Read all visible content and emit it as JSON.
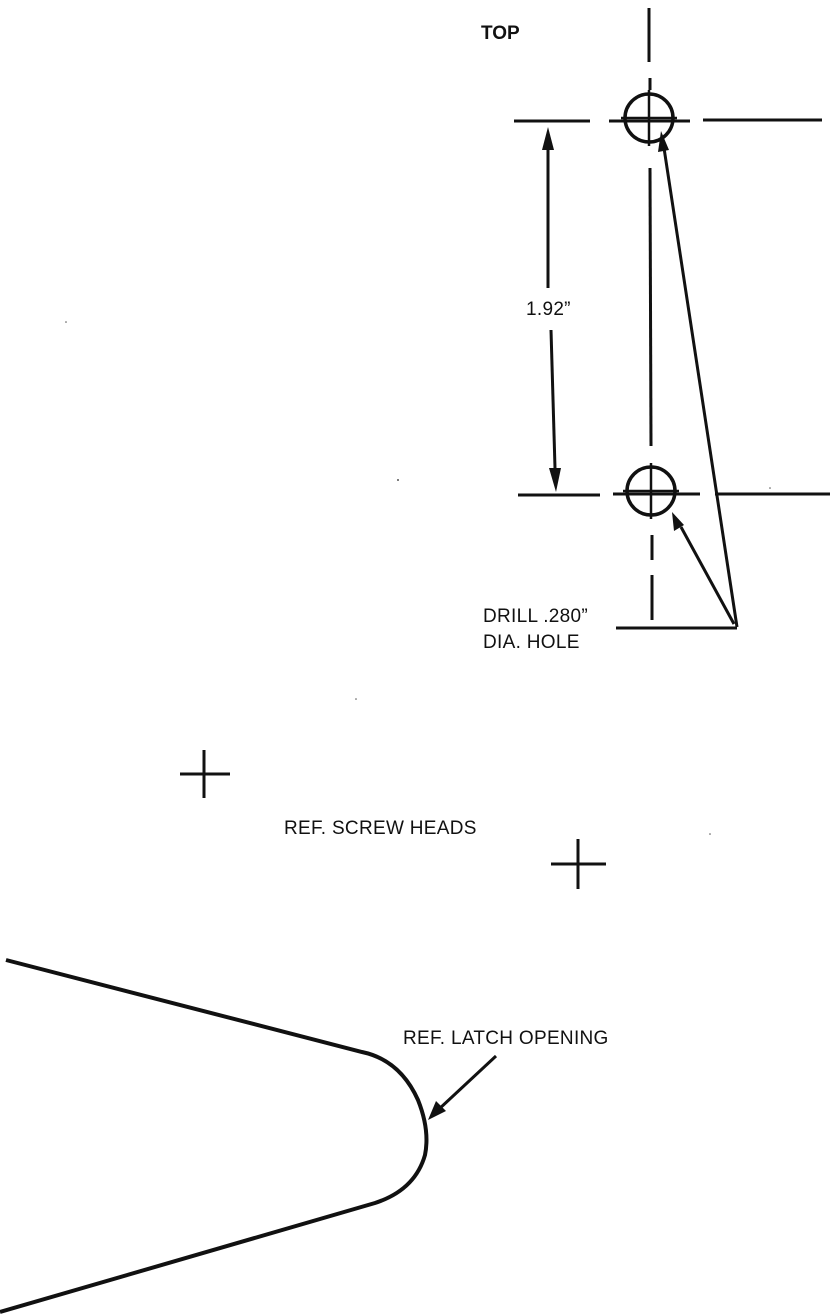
{
  "labels": {
    "top": "TOP",
    "dimension": "1.92”",
    "drill_line1": "DRILL .280”",
    "drill_line2": "DIA. HOLE",
    "screw_heads": "REF. SCREW HEADS",
    "latch_opening": "REF. LATCH OPENING"
  }
}
